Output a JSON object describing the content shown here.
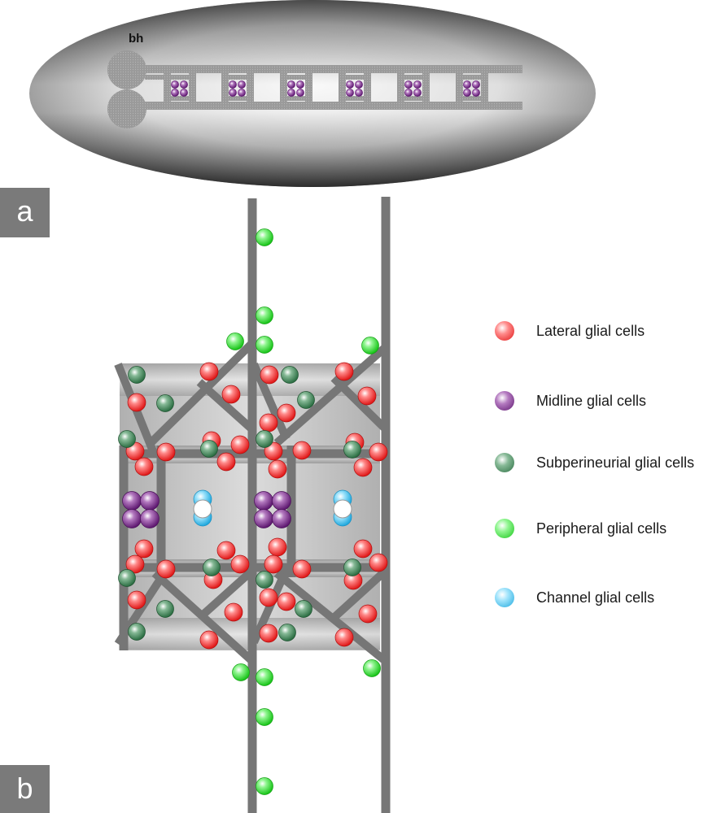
{
  "panels": {
    "a": "a",
    "b": "b"
  },
  "embryo": {
    "label": "bh"
  },
  "legend": [
    {
      "key": "lateral",
      "label": "Lateral glial cells",
      "color": "#ff3b3b"
    },
    {
      "key": "midline",
      "label": "Midline glial cells",
      "color": "#7a2a86"
    },
    {
      "key": "subperineurial",
      "label": "Subperineurial glial cells",
      "color": "#3f8a5a"
    },
    {
      "key": "peripheral",
      "label": "Peripheral glial cells",
      "color": "#3de03d"
    },
    {
      "key": "channel",
      "label": "Channel glial cells",
      "color": "#45c8f5"
    }
  ],
  "colors": {
    "nerve": "#767676",
    "embryo_dark": "#1a1a1a",
    "embryo_light": "#f4f4f4",
    "ladder": "#8c8c8c",
    "band": "#bfbfbf"
  }
}
